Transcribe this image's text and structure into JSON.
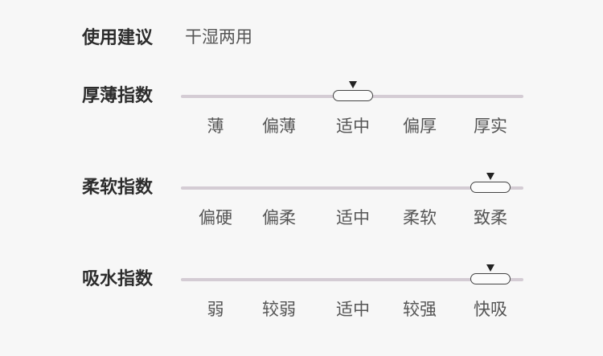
{
  "usage": {
    "label": "使用建议",
    "value": "干湿两用"
  },
  "scales": [
    {
      "title": "厚薄指数",
      "ticks": [
        "薄",
        "偏薄",
        "适中",
        "偏厚",
        "厚实"
      ],
      "selected_index": 2,
      "selected_label": "适中"
    },
    {
      "title": "柔软指数",
      "ticks": [
        "偏硬",
        "偏柔",
        "适中",
        "柔软",
        "致柔"
      ],
      "selected_index": 4,
      "selected_label": "致柔"
    },
    {
      "title": "吸水指数",
      "ticks": [
        "弱",
        "较弱",
        "适中",
        "较强",
        "快吸"
      ],
      "selected_index": 4,
      "selected_label": "快吸"
    }
  ]
}
